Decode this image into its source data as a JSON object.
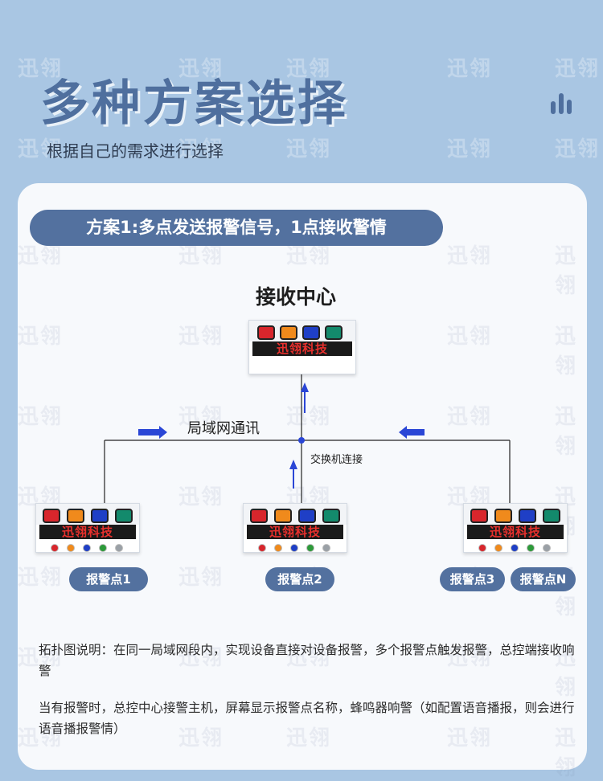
{
  "header": {
    "title": "多种方案选择",
    "subtitle": "根据自己的需求进行选择"
  },
  "watermark": "迅翎",
  "scheme": {
    "title": "方案1:多点发送报警信号，1点接收警情"
  },
  "diagram": {
    "center_label": "接收中心",
    "led_text": "迅翎科技",
    "network_label": "局域网通讯",
    "switch_label": "交换机连接",
    "alarm_points": [
      "报警点1",
      "报警点2",
      "报警点3",
      "报警点N"
    ],
    "light_colors": [
      "#d8262c",
      "#f08a1c",
      "#1f3fc6",
      "#138a6c"
    ],
    "button_colors": [
      "#d8262c",
      "#f08a1c",
      "#1f3fc6",
      "#2d9a3a",
      "#9aa0a6"
    ],
    "line_color": "#222222",
    "arrow_color": "#2a46d6"
  },
  "description": {
    "paragraph1": "拓扑图说明：在同一局域网段内，实现设备直接对设备报警，多个报警点触发报警，总控端接收响警",
    "paragraph2": "当有报警时，总控中心接警主机，屏幕显示报警点名称，蜂鸣器响警（如配置语音播报，则会进行语音播报警情）"
  },
  "colors": {
    "background": "#a9c6e3",
    "accent": "#53719f",
    "card": "#f7f9fc"
  }
}
